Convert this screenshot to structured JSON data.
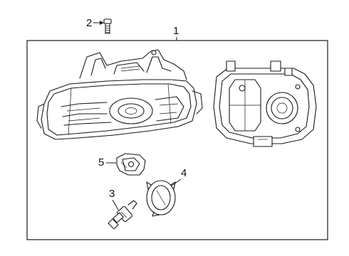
{
  "callouts": {
    "assembly": "1",
    "screw": "2",
    "bulb": "3",
    "socket": "4",
    "bracket": "5"
  }
}
